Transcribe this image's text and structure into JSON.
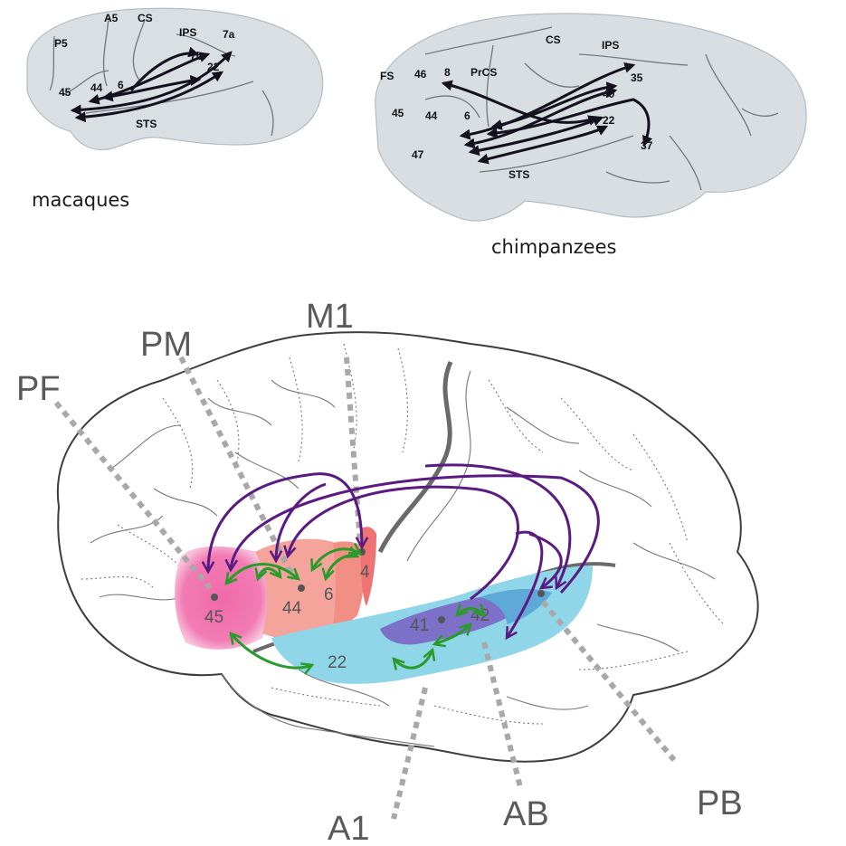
{
  "panels": {
    "macaque": {
      "caption": "macaques",
      "labels": [
        "P5",
        "A5",
        "CS",
        "IPS",
        "7a",
        "7b",
        "22",
        "6",
        "44",
        "45",
        "STS"
      ]
    },
    "chimpanzee": {
      "caption": "chimpanzees",
      "labels": [
        "CS",
        "IPS",
        "FS",
        "46",
        "8",
        "PrCS",
        "35",
        "40",
        "22",
        "45",
        "44",
        "6",
        "47",
        "37",
        "STS"
      ]
    },
    "human": {
      "area_labels": [
        "PF",
        "PM",
        "M1",
        "A1",
        "AB",
        "PB"
      ],
      "region_numbers": [
        "45",
        "44",
        "6",
        "4",
        "41",
        "42",
        "22"
      ]
    }
  },
  "colors": {
    "brain_fill_gray": "#d8dee2",
    "brain_fill_white": "#ffffff",
    "frontal_pink": "#f06aa8",
    "premotor_salmon": "#f4a49a",
    "motor_red": "#ef7373",
    "temporal_cyan": "#8fd6e8",
    "core_purple": "#7c70c8",
    "arrow_purple": "#5a1a82",
    "arrow_green": "#2a9a2a",
    "arrow_black": "#14101e"
  }
}
